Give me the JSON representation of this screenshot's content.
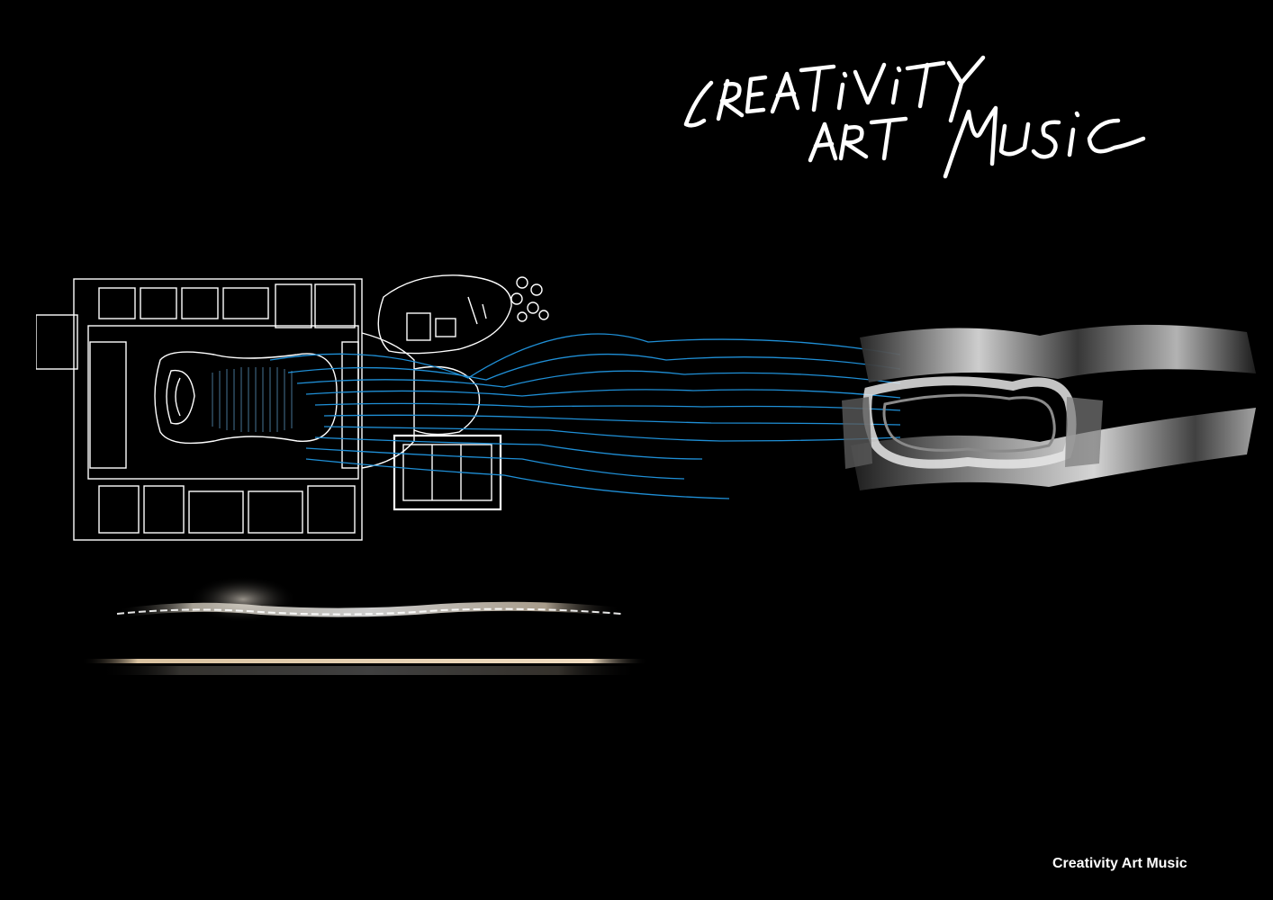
{
  "handwritten_title": {
    "line1": "CREATIVITY",
    "line2": "ART MUSIC"
  },
  "caption": "Creativity Art Music",
  "colors": {
    "background": "#000000",
    "plan_lines": "#ffffff",
    "flow_lines": "#1f8fd6",
    "ribbon_light": "#d8d8d8",
    "ribbon_dark": "#2a2a2a"
  }
}
